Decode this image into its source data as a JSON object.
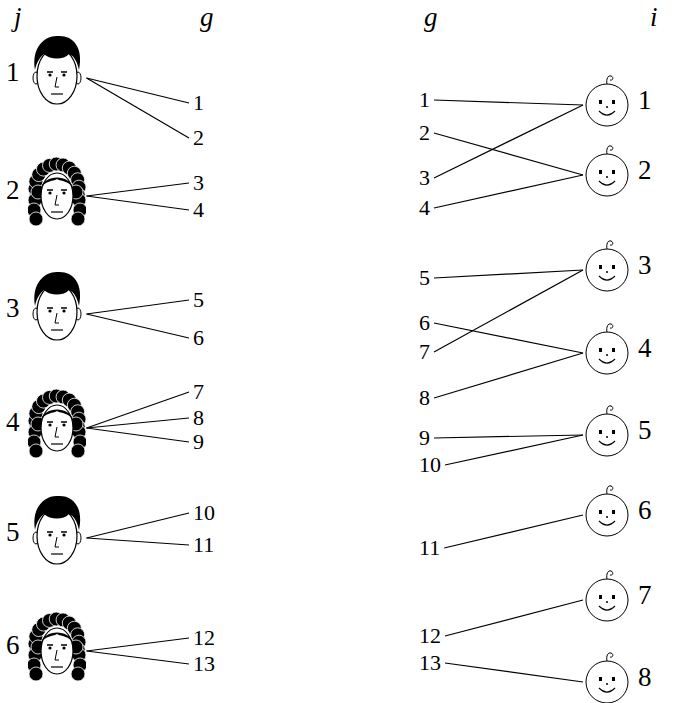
{
  "diagram": {
    "nodes": [
      {
        "text": [
          "1"
        ]
      },
      {
        "text": [
          "2"
        ]
      },
      {
        "text": [
          "3"
        ]
      },
      {
        "text": [
          "4"
        ]
      },
      {
        "text": [
          "5"
        ]
      },
      {
        "text": [
          "6"
        ]
      },
      {
        "text": [
          "1"
        ]
      },
      {
        "text": [
          "2"
        ]
      },
      {
        "text": [
          "3"
        ]
      },
      {
        "text": [
          "4"
        ]
      },
      {
        "text": [
          "5"
        ]
      },
      {
        "text": [
          "6"
        ]
      },
      {
        "text": [
          "7"
        ]
      },
      {
        "text": [
          "8"
        ]
      },
      {
        "text": [
          "9"
        ]
      },
      {
        "text": [
          "10"
        ]
      },
      {
        "text": [
          "11"
        ]
      },
      {
        "text": [
          "12"
        ]
      },
      {
        "text": [
          "13"
        ]
      },
      {
        "text": [
          "1"
        ]
      },
      {
        "text": [
          "2"
        ]
      },
      {
        "text": [
          "3"
        ]
      },
      {
        "text": [
          "4"
        ]
      },
      {
        "text": [
          "5"
        ]
      },
      {
        "text": [
          "6"
        ]
      },
      {
        "text": [
          "7"
        ]
      },
      {
        "text": [
          "8"
        ]
      },
      {
        "text": [
          "9"
        ]
      },
      {
        "text": [
          "10"
        ]
      },
      {
        "text": [
          "11"
        ]
      },
      {
        "text": [
          "12"
        ]
      },
      {
        "text": [
          "13"
        ]
      },
      {
        "text": [
          "1"
        ]
      },
      {
        "text": [
          "2"
        ]
      },
      {
        "text": [
          "3"
        ]
      },
      {
        "text": [
          "4"
        ]
      },
      {
        "text": [
          "5"
        ]
      },
      {
        "text": [
          "6"
        ]
      },
      {
        "text": [
          "7"
        ]
      },
      {
        "text": [
          "8"
        ]
      }
    ],
    "edges": [
      {
        "from": 0,
        "to": 6,
        "arrow": "none"
      },
      {
        "from": 0,
        "to": 7,
        "arrow": "none"
      },
      {
        "from": 1,
        "to": 8,
        "arrow": "none"
      },
      {
        "from": 1,
        "to": 9,
        "arrow": "none"
      },
      {
        "from": 2,
        "to": 10,
        "arrow": "none"
      },
      {
        "from": 2,
        "to": 11,
        "arrow": "none"
      },
      {
        "from": 3,
        "to": 12,
        "arrow": "none"
      },
      {
        "from": 3,
        "to": 13,
        "arrow": "none"
      },
      {
        "from": 3,
        "to": 14,
        "arrow": "none"
      },
      {
        "from": 4,
        "to": 15,
        "arrow": "none"
      },
      {
        "from": 4,
        "to": 16,
        "arrow": "none"
      },
      {
        "from": 5,
        "to": 17,
        "arrow": "none"
      },
      {
        "from": 5,
        "to": 18,
        "arrow": "none"
      },
      {
        "from": 19,
        "to": 32,
        "arrow": "none"
      },
      {
        "from": 20,
        "to": 33,
        "arrow": "none"
      },
      {
        "from": 21,
        "to": 32,
        "arrow": "none"
      },
      {
        "from": 22,
        "to": 33,
        "arrow": "none"
      },
      {
        "from": 23,
        "to": 34,
        "arrow": "none"
      },
      {
        "from": 24,
        "to": 35,
        "arrow": "none"
      },
      {
        "from": 25,
        "to": 34,
        "arrow": "none"
      },
      {
        "from": 26,
        "to": 35,
        "arrow": "none"
      },
      {
        "from": 27,
        "to": 36,
        "arrow": "none"
      },
      {
        "from": 28,
        "to": 36,
        "arrow": "none"
      },
      {
        "from": 29,
        "to": 37,
        "arrow": "none"
      },
      {
        "from": 30,
        "to": 38,
        "arrow": "none"
      },
      {
        "from": 31,
        "to": 39,
        "arrow": "none"
      }
    ],
    "labels": [
      "j",
      "g",
      "g",
      "i"
    ]
  }
}
